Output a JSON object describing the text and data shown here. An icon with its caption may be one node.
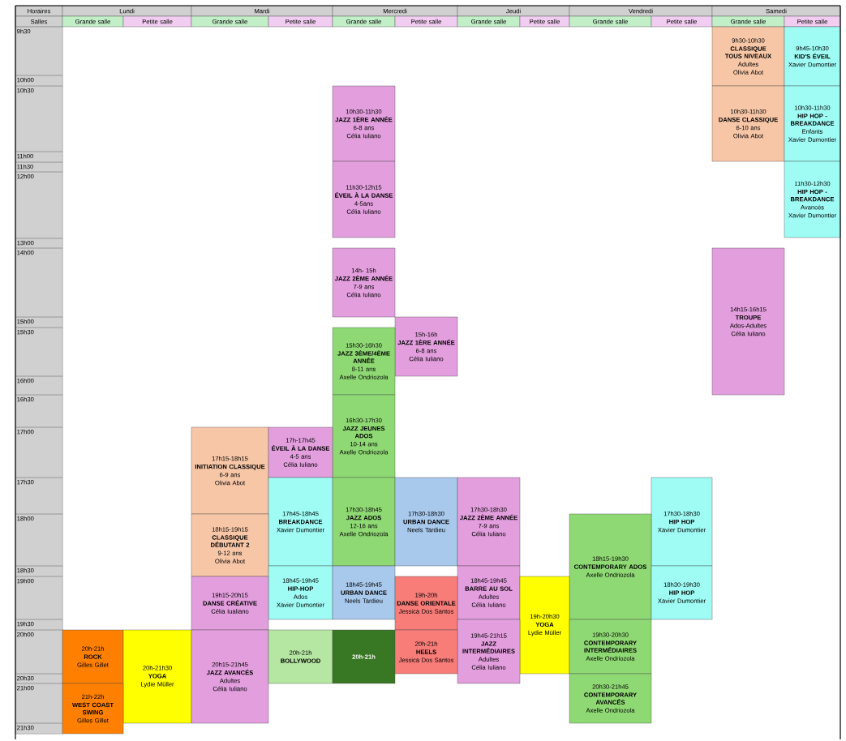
{
  "diagram": {
    "nodes": [
      {
        "text": [
          "Horaires"
        ]
      },
      {
        "text": [
          "Lundi"
        ]
      },
      {
        "text": [
          "Mardi"
        ]
      },
      {
        "text": [
          "Mercredi"
        ]
      },
      {
        "text": [
          "Jeudi"
        ]
      },
      {
        "text": [
          "Vendredi"
        ]
      },
      {
        "text": [
          "Samedi"
        ]
      },
      {
        "text": [
          "Salles"
        ]
      },
      {
        "text": [
          "Grande salle"
        ]
      },
      {
        "text": [
          "Petite salle"
        ]
      },
      {
        "text": [
          "Grande salle"
        ]
      },
      {
        "text": [
          "Petite salle"
        ]
      },
      {
        "text": [
          "Grande salle"
        ]
      },
      {
        "text": [
          "Petite salle"
        ]
      },
      {
        "text": [
          "Grande salle"
        ]
      },
      {
        "text": [
          "Petite salle"
        ]
      },
      {
        "text": [
          "Grande salle"
        ]
      },
      {
        "text": [
          "Petite salle"
        ]
      },
      {
        "text": [
          "Grande salle"
        ]
      },
      {
        "text": [
          "Petite salle"
        ]
      },
      {
        "text": [
          "9h30"
        ]
      },
      {
        "text": [
          "10h00"
        ]
      },
      {
        "text": [
          "10h30"
        ]
      },
      {
        "text": [
          "11h00"
        ]
      },
      {
        "text": [
          "11h30"
        ]
      },
      {
        "text": [
          "12h00"
        ]
      },
      {
        "text": [
          "13h00"
        ]
      },
      {
        "text": [
          "14h00"
        ]
      },
      {
        "text": [
          "15h00"
        ]
      },
      {
        "text": [
          "15h30"
        ]
      },
      {
        "text": [
          "16h00"
        ]
      },
      {
        "text": [
          "16h30"
        ]
      },
      {
        "text": [
          "17h00"
        ]
      },
      {
        "text": [
          "17h30"
        ]
      },
      {
        "text": [
          "18h00"
        ]
      },
      {
        "text": [
          "18h30"
        ]
      },
      {
        "text": [
          "19h00"
        ]
      },
      {
        "text": [
          "19h30"
        ]
      },
      {
        "text": [
          "20h00"
        ]
      },
      {
        "text": [
          "20h30"
        ]
      },
      {
        "text": [
          "21h00"
        ]
      },
      {
        "text": [
          "21h30"
        ]
      },
      {
        "text": [
          "9h30-10h30",
          "CLASSIQUE TOUS NIVEAUX",
          "Adultes",
          "Olivia Abot"
        ]
      },
      {
        "text": [
          "9h45-10h30",
          "KID'S ÉVEIL",
          "Xavier Dumontier"
        ]
      },
      {
        "text": [
          "10h30-11h30",
          "JAZZ 1ÈRE ANNÉE",
          "6-8 ans",
          "Célia Iuliano"
        ]
      },
      {
        "text": [
          "10h30-11h30",
          "DANSE CLASSIQUE",
          "6-10 ans",
          "Olivia Abot"
        ]
      },
      {
        "text": [
          "10h30-11h30",
          "HIP HOP - BREAKDANCE",
          "Enfants",
          "Xavier Dumontier"
        ]
      },
      {
        "text": [
          "11h30-12h15",
          "ÉVEIL À LA DANSE",
          "4-5ans",
          "Célia Iuliano"
        ]
      },
      {
        "text": [
          "11h30-12h30",
          "HIP HOP - BREAKDANCE",
          "Avancés",
          "Xavier Dumontier"
        ]
      },
      {
        "text": [
          "14h- 15h",
          "JAZZ 2ÈME ANNÉE",
          "7-9 ans",
          "Célia Iuliano"
        ]
      },
      {
        "text": [
          "14h15-16h15",
          "TROUPE",
          "Ados-Adultes",
          "Célia Iuliano"
        ]
      },
      {
        "text": [
          "15h-16h",
          "JAZZ 1ÈRE ANNÉE",
          "6-8 ans",
          "Célia Iuliano"
        ]
      },
      {
        "text": [
          "15h30-16h30",
          "JAZZ 3ÈME/4ÈME ANNÉE",
          "8-11 ans",
          "Axelle Ondriozola"
        ]
      },
      {
        "text": [
          "16h30-17h30",
          "JAZZ JEUNES ADOS",
          "10-14 ans",
          "Axelle Ondriozola"
        ]
      },
      {
        "text": [
          "17h15-18h15",
          "INITIATION CLASSIQUE",
          "6-9 ans",
          "Olivia Abot"
        ]
      },
      {
        "text": [
          "17h-17h45",
          "ÉVEIL À LA DANSE",
          "4-5 ans",
          "Célia Iuliano"
        ]
      },
      {
        "text": [
          "17h45-18h45",
          "BREAKDANCE",
          "Xavier Dumontier"
        ]
      },
      {
        "text": [
          "17h30-18h45",
          "JAZZ ADOS",
          "12-16 ans",
          "Axelle Ondriozola"
        ]
      },
      {
        "text": [
          "17h30-18h30",
          "URBAN DANCE",
          "Neels Tardieu"
        ]
      },
      {
        "text": [
          "17h30-18h30",
          "JAZZ 2ÈME ANNÉE",
          "7-9 ans",
          "Célia Iuliano"
        ]
      },
      {
        "text": [
          "17h30-18h30",
          "HIP HOP",
          "Xavier Dumontier"
        ]
      },
      {
        "text": [
          "18h15-19h15",
          "CLASSIQUE DÉBUTANT 2",
          "9-12 ans",
          "Olivia Abot"
        ]
      },
      {
        "text": [
          "18h15-19h30",
          "CONTEMPORARY ADOS",
          "Axelle Ondriozola"
        ]
      },
      {
        "text": [
          "18h45-19h45",
          "HIP-HOP",
          "Ados",
          "Xavier Dumontier"
        ]
      },
      {
        "text": [
          "18h45-19h45",
          "URBAN DANCE",
          "Neels Tardieu"
        ]
      },
      {
        "text": [
          "18h45-19h45",
          "BARRE AU SOL",
          "Adultes",
          "Célia Iuliano"
        ]
      },
      {
        "text": [
          "18h30-19h30",
          "HIP HOP",
          "Xavier Dumontier"
        ]
      },
      {
        "text": [
          "19h15-20h15",
          "DANSE CRÉATIVE",
          "Célia Iualiano"
        ]
      },
      {
        "text": [
          "19h-20h",
          "DANSE ORIENTALE",
          "Jessica Dos Santos"
        ]
      },
      {
        "text": [
          "19h-20h30",
          "YOGA",
          "Lydie Müller"
        ]
      },
      {
        "text": [
          "19h45-21h15",
          "JAZZ INTERMÉDIAIRES",
          "Adultes",
          "Célia Iuliano"
        ]
      },
      {
        "text": [
          "19h30-20h30",
          "CONTEMPORARY INTERMÉDIAIRES",
          "Axelle Ondriozola"
        ]
      },
      {
        "text": [
          "20h-21h",
          "ROCK",
          "Gilles Gillet"
        ]
      },
      {
        "text": [
          "20h-21h30",
          "YOGA",
          "Lydie Müller"
        ]
      },
      {
        "text": [
          "20h15-21h45",
          "JAZZ AVANCÉS",
          "Adultes",
          "Célia Iuliano"
        ]
      },
      {
        "text": [
          "20h-21h",
          "BOLLYWOOD"
        ]
      },
      {
        "text": [
          "20h-21h"
        ]
      },
      {
        "text": [
          "20h-21h",
          "HEELS",
          "Jessica Dos Santos"
        ]
      },
      {
        "text": [
          "20h30-21h45",
          "CONTEMPORARY AVANCÉS",
          "Axelle Ondriozola"
        ]
      },
      {
        "text": [
          "21h-22h",
          "WEST COAST SWING",
          "Gilles Gillet"
        ]
      }
    ]
  }
}
